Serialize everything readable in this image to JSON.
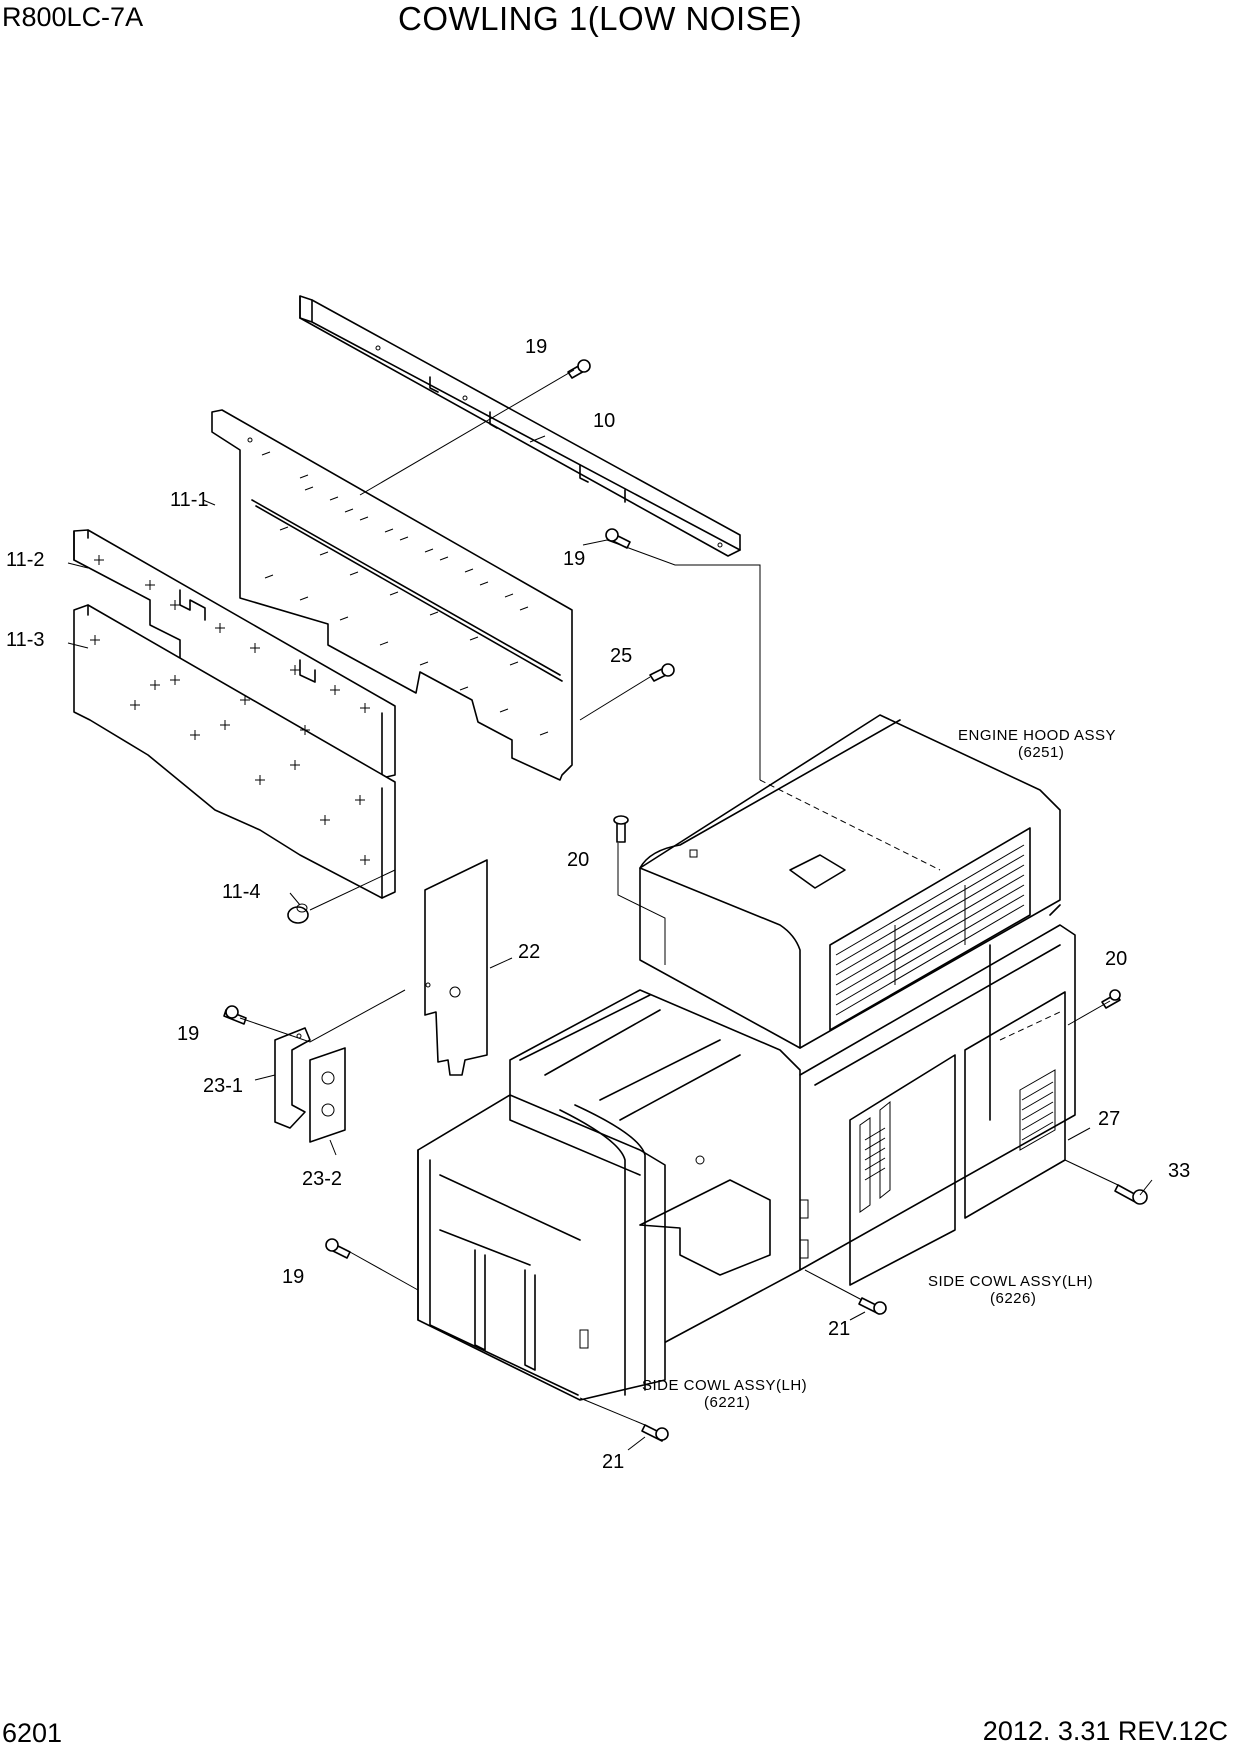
{
  "header": {
    "model": "R800LC-7A",
    "title": "COWLING 1(LOW NOISE)"
  },
  "footer": {
    "page": "6201",
    "date_rev": "2012. 3.31  REV.12C"
  },
  "callouts": [
    {
      "id": "c-19a",
      "label": "19"
    },
    {
      "id": "c-10",
      "label": "10"
    },
    {
      "id": "c-11-1",
      "label": "11-1"
    },
    {
      "id": "c-19b",
      "label": "19"
    },
    {
      "id": "c-11-2",
      "label": "11-2"
    },
    {
      "id": "c-11-3",
      "label": "11-3"
    },
    {
      "id": "c-25",
      "label": "25"
    },
    {
      "id": "c-20a",
      "label": "20"
    },
    {
      "id": "c-11-4",
      "label": "11-4"
    },
    {
      "id": "c-22",
      "label": "22"
    },
    {
      "id": "c-20b",
      "label": "20"
    },
    {
      "id": "c-19c",
      "label": "19"
    },
    {
      "id": "c-23-1",
      "label": "23-1"
    },
    {
      "id": "c-27",
      "label": "27"
    },
    {
      "id": "c-33",
      "label": "33"
    },
    {
      "id": "c-23-2",
      "label": "23-2"
    },
    {
      "id": "c-19d",
      "label": "19"
    },
    {
      "id": "c-21a",
      "label": "21"
    },
    {
      "id": "c-21b",
      "label": "21"
    }
  ],
  "references": {
    "engine_hood": {
      "name": "ENGINE HOOD ASSY",
      "code": "(6251)"
    },
    "side_cowl_6226": {
      "name": "SIDE COWL ASSY(LH)",
      "code": "(6226)"
    },
    "side_cowl_6221": {
      "name": "SIDE COWL ASSY(LH)",
      "code": "(6221)"
    }
  }
}
